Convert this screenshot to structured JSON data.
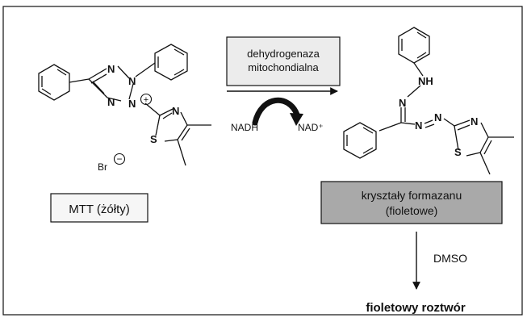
{
  "mtt": {
    "labels": {
      "n1": "N",
      "n2": "N",
      "n3": "N",
      "n4": "N",
      "plus": "+",
      "thiazole_n": "N",
      "thiazole_s": "S",
      "counterion": "Br",
      "minus": "−"
    },
    "caption": "MTT (żółty)"
  },
  "enzyme": {
    "line1": "dehydrogenaza",
    "line2": "mitochondialna"
  },
  "cofactors": {
    "nadh": "NADH",
    "nad_plus": "NAD⁺"
  },
  "formazan": {
    "labels": {
      "nh": "NH",
      "n_a": "N",
      "n_b": "N",
      "n_c": "N",
      "thiazole_n": "N",
      "thiazole_s": "S"
    },
    "caption_line1": "kryształy formazanu",
    "caption_line2": "(fioletowe)"
  },
  "solvent": "DMSO",
  "result": "fioletowy roztwór",
  "colors": {
    "line": "#111111",
    "enzyme_box_fill": "#ececec",
    "formazan_box_fill": "#a9a9a9",
    "caption_box_fill": "#f6f6f6"
  }
}
